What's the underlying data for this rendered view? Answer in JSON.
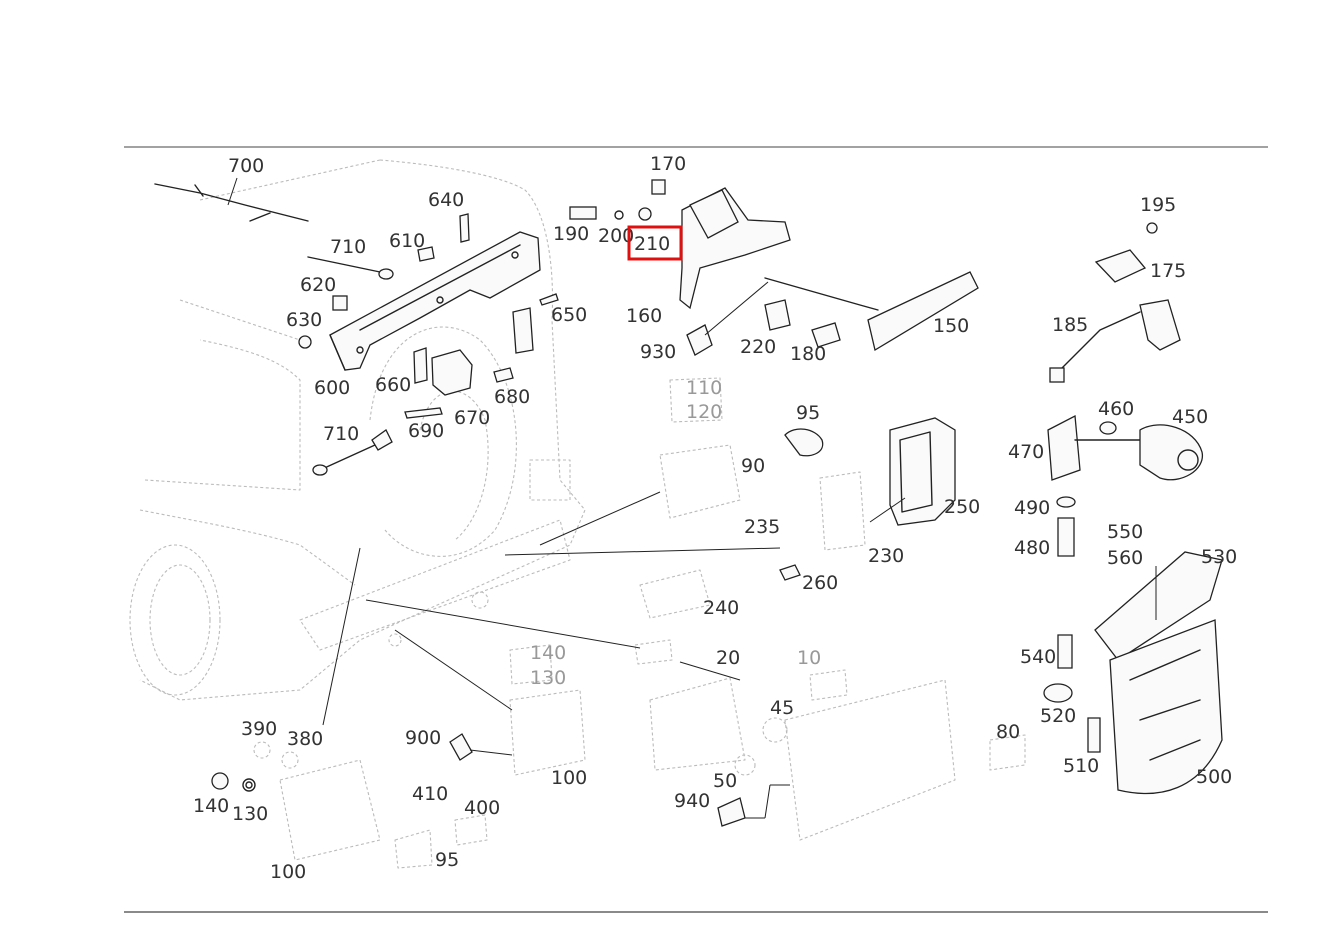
{
  "diagram": {
    "type": "exploded-parts-diagram",
    "highlighted_callout": "210",
    "highlight_color": "#e01010",
    "line_color": "#222222",
    "faint_color": "#b0b0b0",
    "callouts": {
      "c700": "700",
      "c640": "640",
      "c710a": "710",
      "c610": "610",
      "c620": "620",
      "c630": "630",
      "c600": "600",
      "c660": "660",
      "c670": "670",
      "c680": "680",
      "c650": "650",
      "c690": "690",
      "c710b": "710",
      "c170": "170",
      "c190": "190",
      "c200": "200",
      "c210": "210",
      "c160": "160",
      "c930": "930",
      "c220": "220",
      "c180": "180",
      "c150": "150",
      "c195": "195",
      "c175": "175",
      "c185": "185",
      "c460": "460",
      "c450": "450",
      "c470": "470",
      "c490": "490",
      "c480": "480",
      "c550": "550",
      "c560": "560",
      "c530": "530",
      "c540": "540",
      "c520": "520",
      "c510": "510",
      "c500": "500",
      "c95a": "95",
      "c90": "90",
      "c235": "235",
      "c250": "250",
      "c230": "230",
      "c260": "260",
      "c240": "240",
      "c110": "110",
      "c120": "120",
      "c140a": "140",
      "c130a": "130",
      "c20": "20",
      "c10": "10",
      "c45": "45",
      "c80": "80",
      "c50": "50",
      "c940": "940",
      "c900": "900",
      "c100a": "100",
      "c390": "390",
      "c380": "380",
      "c140b": "140",
      "c130b": "130",
      "c410": "410",
      "c400": "400",
      "c95b": "95",
      "c100b": "100"
    }
  }
}
